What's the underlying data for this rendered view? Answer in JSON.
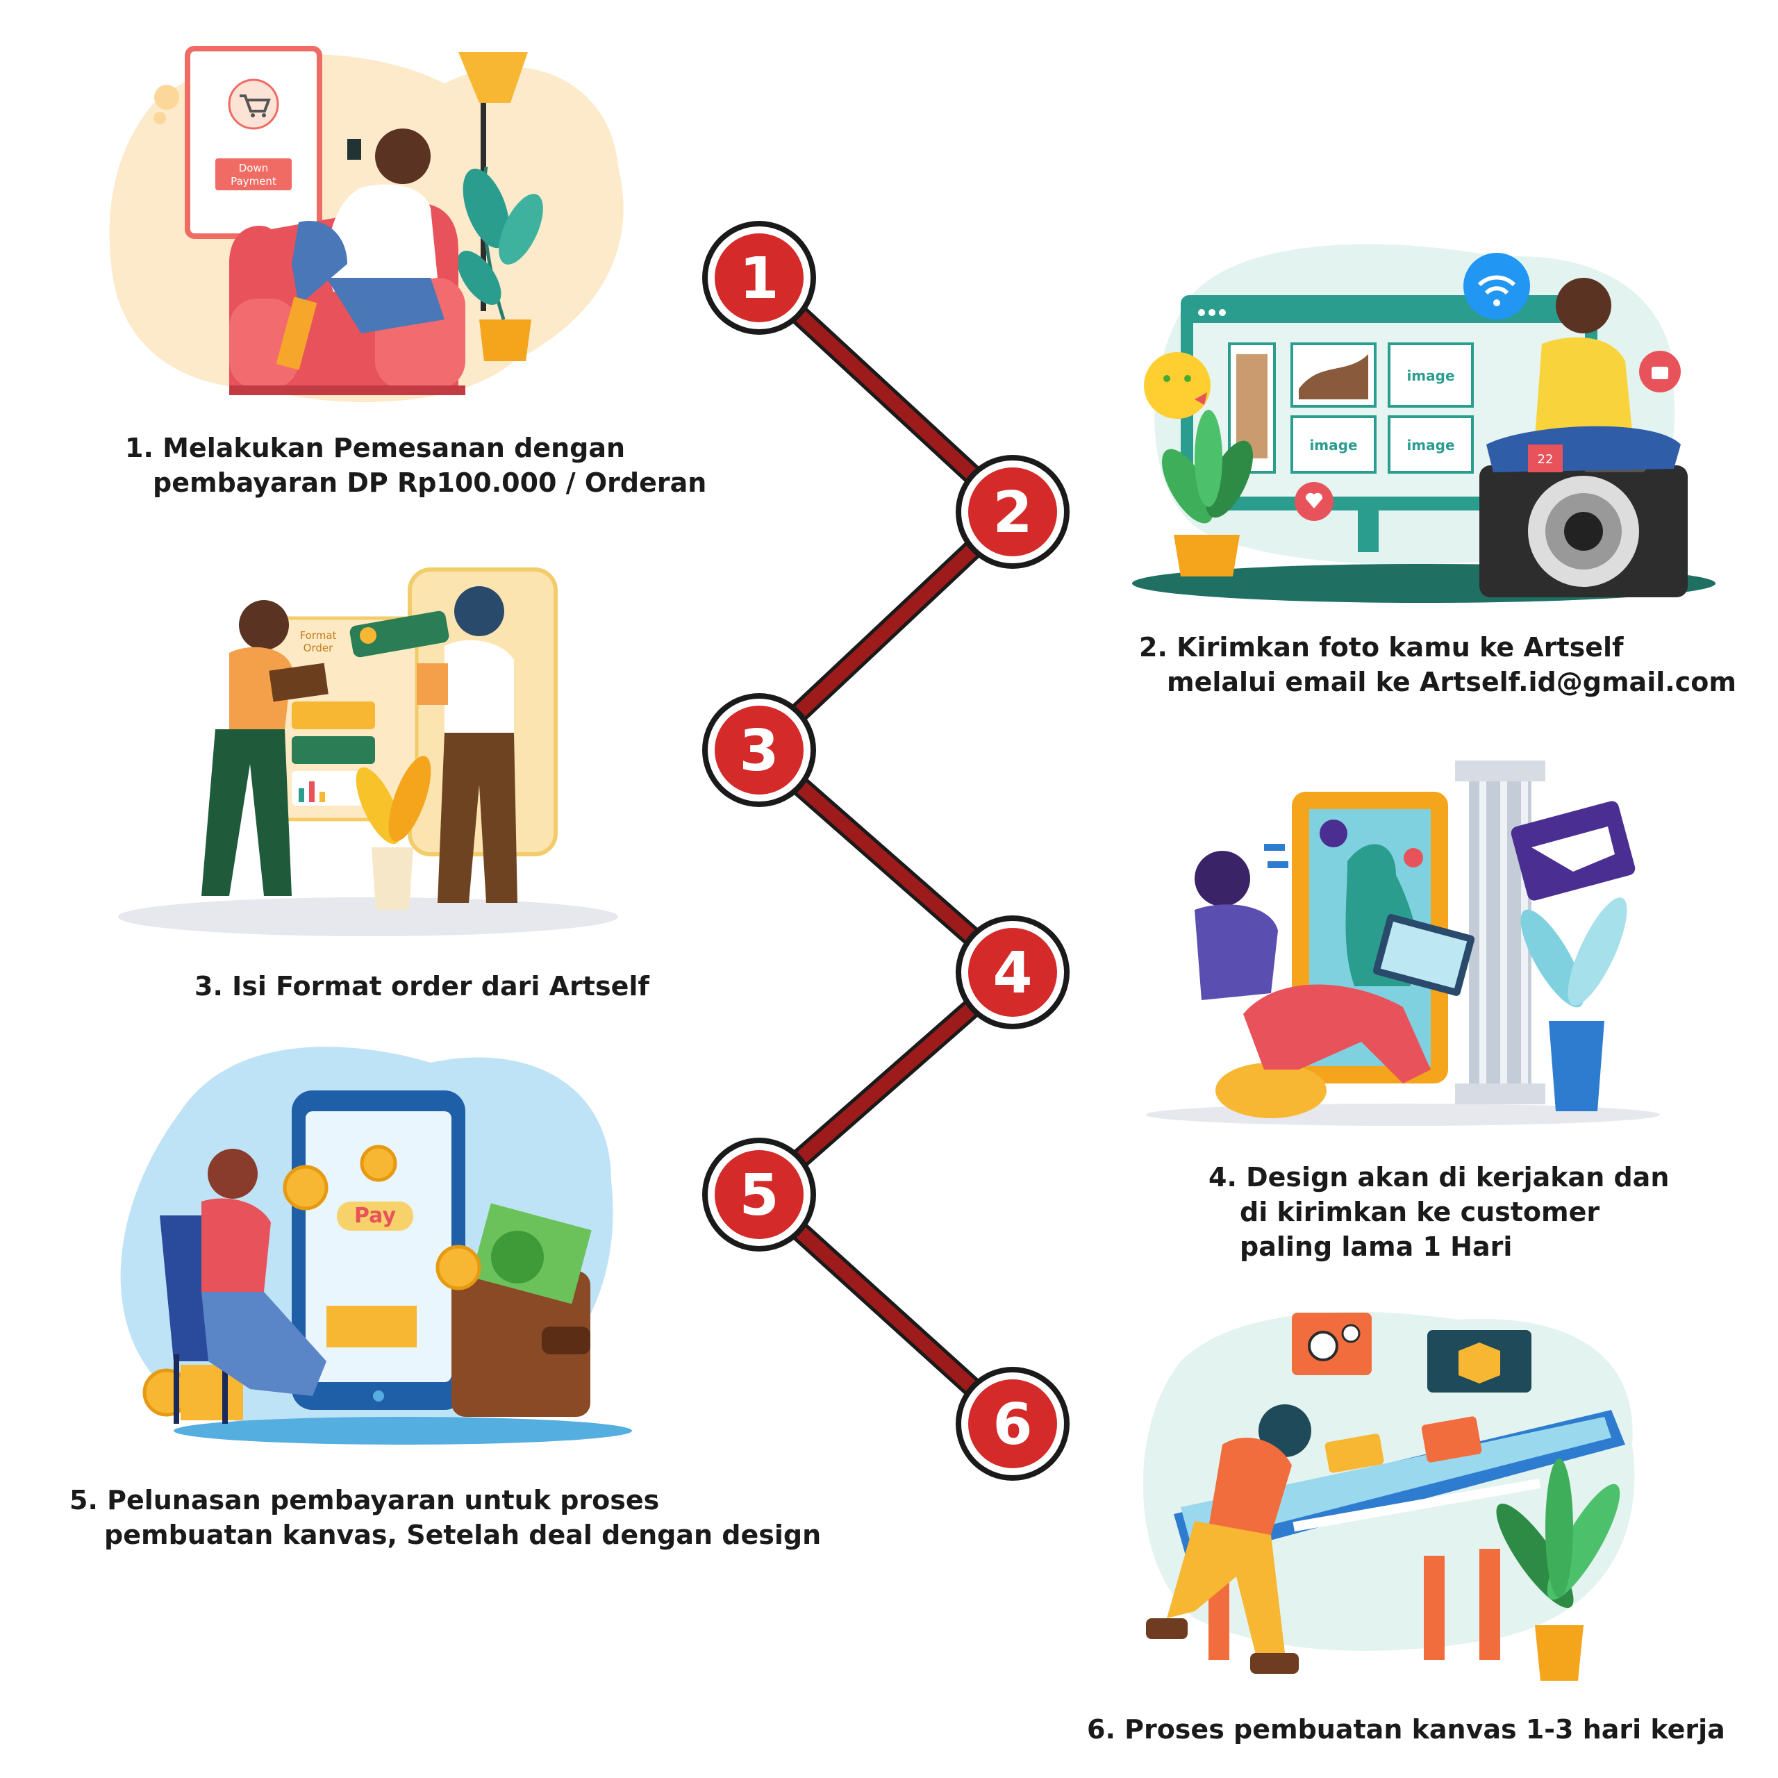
{
  "steps": [
    {
      "number": "1",
      "line1": "1. Melakukan Pemesanan dengan",
      "line2": "pembayaran DP Rp100.000 / Orderan"
    },
    {
      "number": "2",
      "line1": "2. Kirimkan foto kamu ke Artself",
      "line2": "melalui email ke Artself.id@gmail.com"
    },
    {
      "number": "3",
      "line1": "3. Isi Format order dari Artself",
      "line2": ""
    },
    {
      "number": "4",
      "line1": "4. Design akan di kerjakan dan",
      "line2": "di kirimkan ke customer",
      "line3": "paling lama 1 Hari"
    },
    {
      "number": "5",
      "line1": "5. Pelunasan pembayaran untuk proses",
      "line2": "pembuatan kanvas, Setelah deal dengan design"
    },
    {
      "number": "6",
      "line1": "6. Proses pembuatan kanvas 1-3 hari kerja",
      "line2": ""
    }
  ],
  "illustration_text": {
    "down_payment_1": "Down",
    "down_payment_2": "Payment",
    "image_label": "image",
    "format_order_1": "Format",
    "format_order_2": "Order",
    "pay_label": "Pay",
    "calendar_label": "22"
  },
  "colors": {
    "node_fill": "#d42a2a",
    "node_ring": "#ffffff",
    "node_outline": "#1a1a1a",
    "connector": "#9e1b1b"
  }
}
